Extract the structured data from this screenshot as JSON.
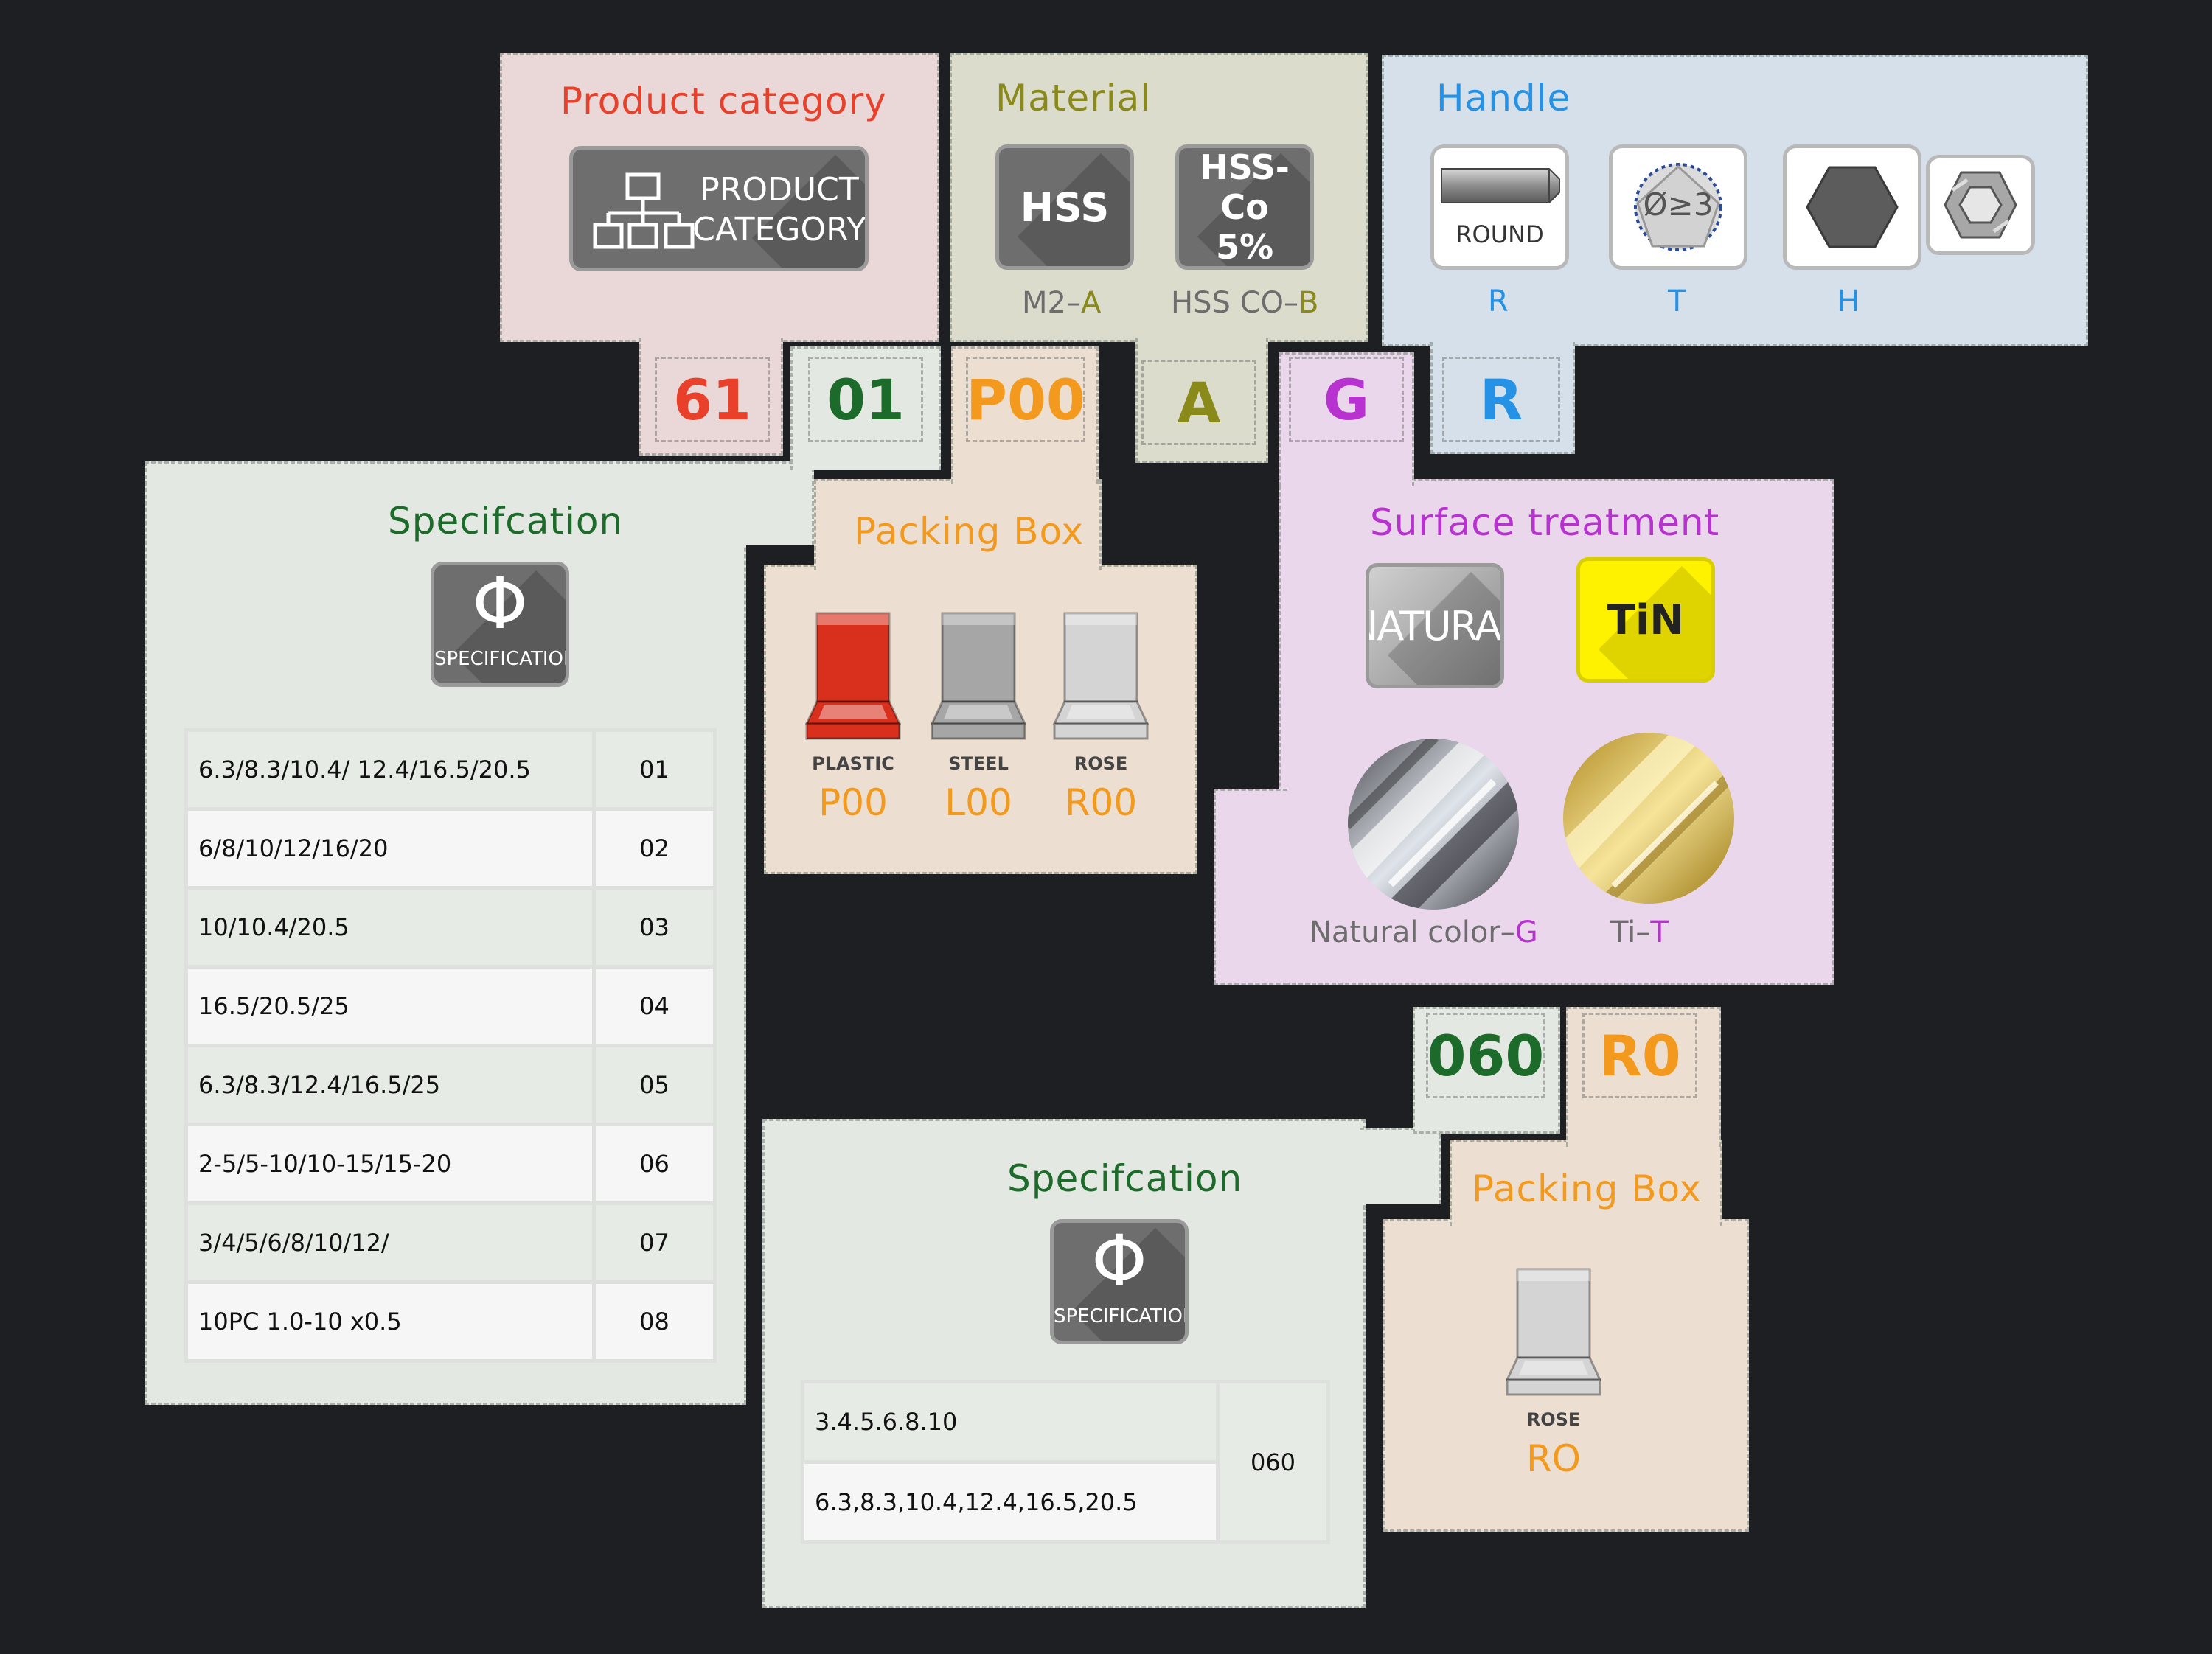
{
  "colors": {
    "background": "#1e1f23",
    "product_category": "#e8402a",
    "material": "#8a8a1a",
    "handle": "#2592e6",
    "specification": "#1d6b2a",
    "packing_box": "#f39a1e",
    "surface_treatment": "#b832d0"
  },
  "product_category": {
    "title": "Product category",
    "button_line1": "PRODUCT",
    "button_line2": "CATEGORY",
    "code": "61"
  },
  "material": {
    "title": "Material",
    "options": [
      {
        "label": "HSS",
        "sub_prefix": "M2–",
        "sub_code": "A"
      },
      {
        "label_line1": "HSS-Co",
        "label_line2": "5%",
        "sub_prefix": "HSS CO–",
        "sub_code": "B"
      }
    ],
    "code": "A"
  },
  "handle": {
    "title": "Handle",
    "round_label": "ROUND",
    "tri_label": "Ø≥3",
    "codes": [
      "R",
      "T",
      "H"
    ],
    "code": "R",
    "icons": [
      "round-shank-icon",
      "triangle-shank-icon",
      "hex-shank-icon",
      "hex-quick-change-icon"
    ]
  },
  "spec1": {
    "title": "Specifcation",
    "icon_glyph": "Φ",
    "icon_label": "SPECIFICATION",
    "code": "01",
    "rows": [
      {
        "sizes": "6.3/8.3/10.4/ 12.4/16.5/20.5",
        "code": "01"
      },
      {
        "sizes": "6/8/10/12/16/20",
        "code": "02"
      },
      {
        "sizes": "10/10.4/20.5",
        "code": "03"
      },
      {
        "sizes": "16.5/20.5/25",
        "code": "04"
      },
      {
        "sizes": "6.3/8.3/12.4/16.5/25",
        "code": "05"
      },
      {
        "sizes": "2-5/5-10/10-15/15-20",
        "code": "06"
      },
      {
        "sizes": "3/4/5/6/8/10/12/",
        "code": "07"
      },
      {
        "sizes": "10PC 1.0-10 x0.5",
        "code": "08"
      }
    ]
  },
  "packing1": {
    "title": "Packing Box",
    "code": "P00",
    "boxes": [
      {
        "label": "PLASTIC",
        "code": "P00",
        "color": "#d9301e"
      },
      {
        "label": "STEEL",
        "code": "L00",
        "color": "#a6a6a6"
      },
      {
        "label": "ROSE",
        "code": "R00",
        "color": "#d4d4d4"
      }
    ]
  },
  "surface": {
    "title": "Surface treatment",
    "code": "G",
    "natural_label": "NATURAL",
    "tin_label": "TiN",
    "natural_prefix": "Natural color–",
    "natural_code": "G",
    "ti_prefix": "Ti–",
    "ti_code": "T"
  },
  "spec2": {
    "title": "Specifcation",
    "icon_glyph": "Φ",
    "icon_label": "SPECIFICATION",
    "code": "060",
    "rows": [
      "3.4.5.6.8.10",
      "6.3,8.3,10.4,12.4,16.5,20.5"
    ],
    "row_code": "060"
  },
  "packing2": {
    "title": "Packing Box",
    "code": "R0",
    "box": {
      "label": "ROSE",
      "code": "RO",
      "color": "#d4d4d4"
    }
  }
}
